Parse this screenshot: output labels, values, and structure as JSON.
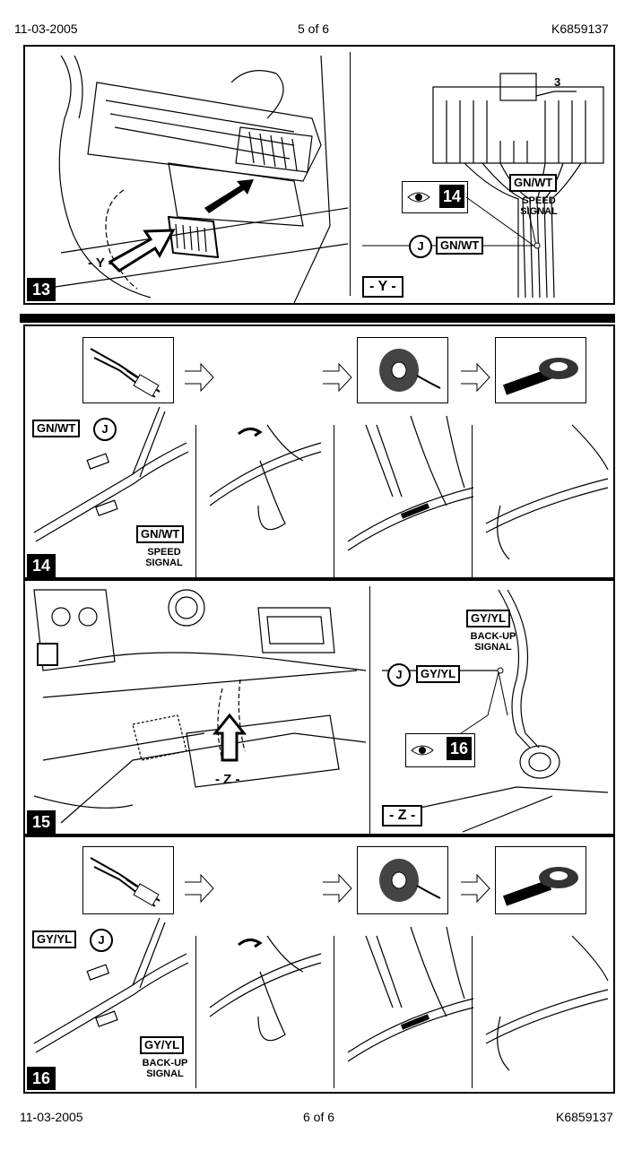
{
  "header": {
    "date": "11-03-2005",
    "page": "5 of 6",
    "doc_id": "K6859137"
  },
  "footer": {
    "date": "11-03-2005",
    "page": "6 of 6",
    "doc_id": "K6859137"
  },
  "step13": {
    "number": "13",
    "view_y": "- Y -",
    "box_y": "- Y -",
    "pin_number": "3",
    "wire_j": "J",
    "wire_label": "GN/WT",
    "connector_label": "GN/WT",
    "caption": "SPEED\nSIGNAL",
    "ref_step": "14"
  },
  "step14": {
    "number": "14",
    "wire_label": "GN/WT",
    "wire_j": "J",
    "bottom_label": "GN/WT",
    "caption": "SPEED\nSIGNAL"
  },
  "step15": {
    "number": "15",
    "view_z": "- Z -",
    "box_z": "- Z -",
    "wire_j": "J",
    "wire_label": "GY/YL",
    "connector_label": "GY/YL",
    "caption": "BACK-UP\nSIGNAL",
    "ref_step": "16"
  },
  "step16": {
    "number": "16",
    "wire_label": "GY/YL",
    "wire_j": "J",
    "bottom_label": "GY/YL",
    "caption": "BACK-UP\nSIGNAL"
  }
}
